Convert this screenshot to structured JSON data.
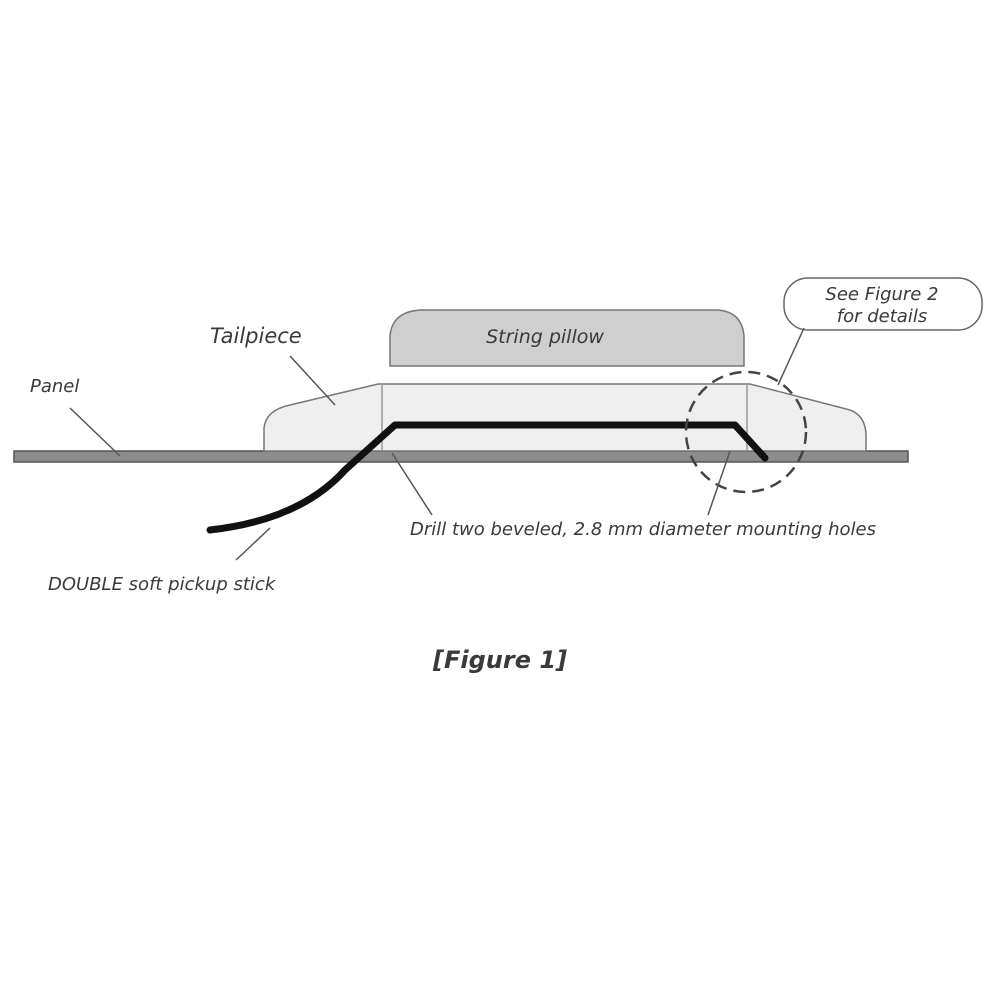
{
  "labels": {
    "panel": "Panel",
    "tailpiece": "Tailpiece",
    "string_pillow": "String pillow",
    "see_figure_line1": "See Figure 2",
    "see_figure_line2": "for details",
    "drill_note": "Drill two beveled, 2.8 mm diameter mounting holes",
    "pickup_stick": "DOUBLE soft pickup stick"
  },
  "caption": "[Figure 1]",
  "colors": {
    "panel_fill": "#8c8c8c",
    "tailpiece_fill": "#efefef",
    "pillow_fill": "#cfcfcf",
    "stick": "#111111",
    "leader": "#555555",
    "text": "#3a3a3a"
  }
}
